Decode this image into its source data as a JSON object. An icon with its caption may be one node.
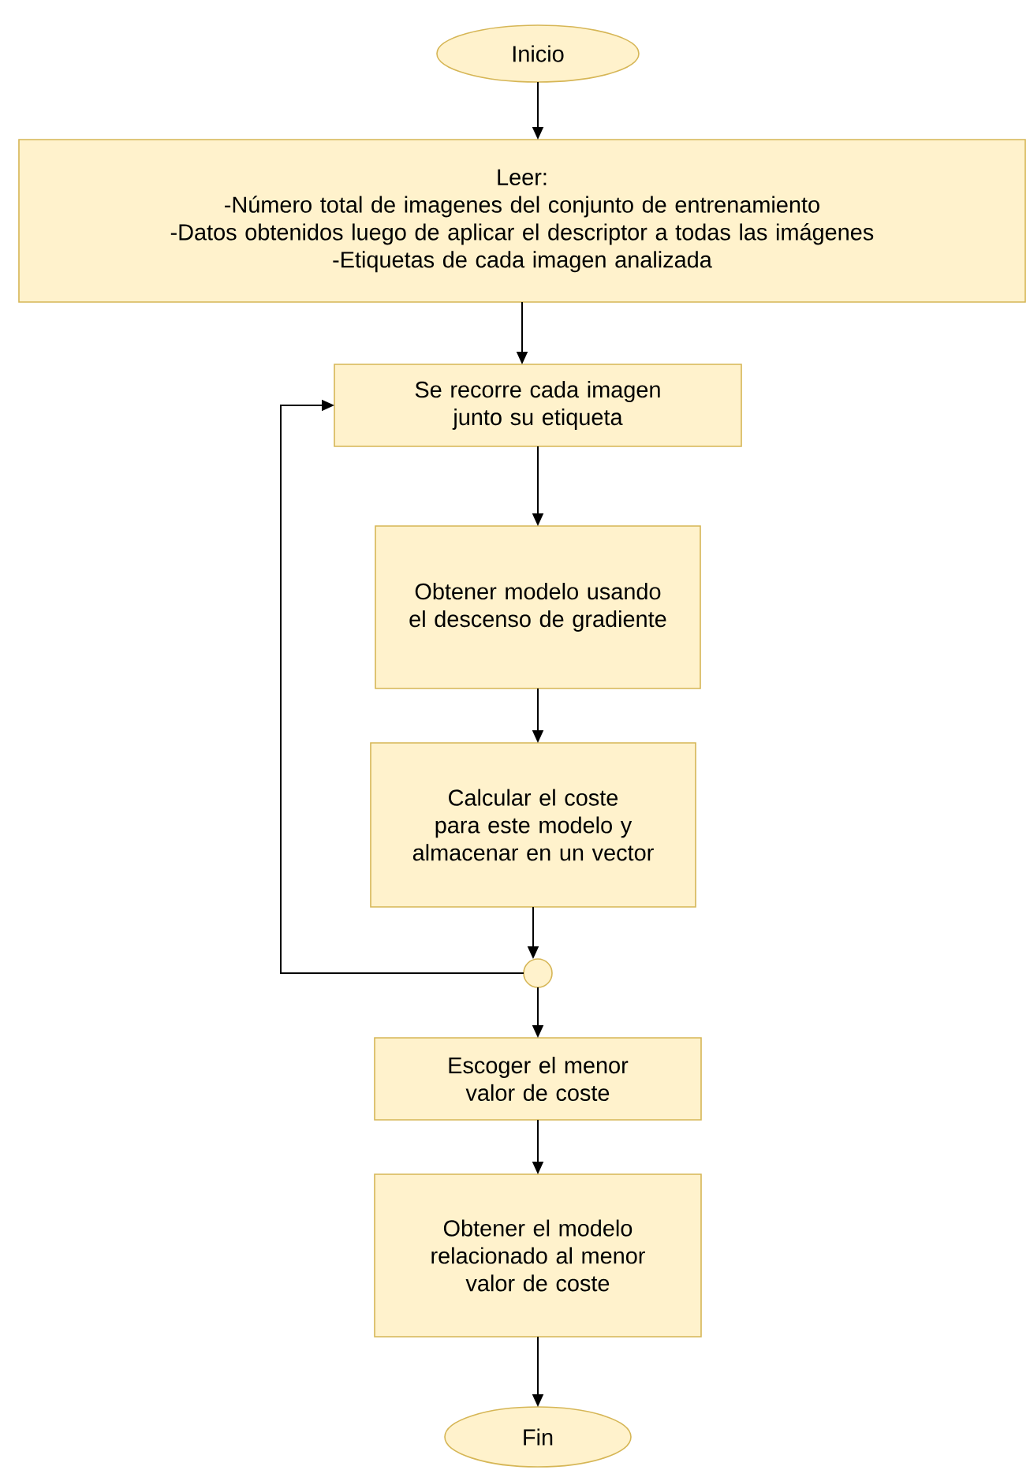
{
  "diagram": {
    "nodes": [
      {
        "text": [
          "Inicio"
        ]
      },
      {
        "text": [
          "Leer:",
          "-Número total de imagenes del conjunto de entrenamiento",
          "-Datos obtenidos luego de aplicar el descriptor a todas las imágenes",
          "-Etiquetas de cada imagen analizada"
        ]
      },
      {
        "text": [
          "Se recorre cada imagen junto su etiqueta"
        ]
      },
      {
        "text": [
          "Obtener modelo usando el descenso de gradiente"
        ]
      },
      {
        "text": [
          "Calcular el coste para este modelo y almacenar en un vector"
        ]
      },
      {
        "text": [],
        "shape": "circle"
      },
      {
        "text": [
          "Escoger el menor valor de coste"
        ]
      },
      {
        "text": [
          "Obtener el modelo relacionado al menor valor de coste"
        ]
      },
      {
        "text": [
          "Fin"
        ]
      }
    ],
    "edges": [
      {
        "from": 0,
        "to": 1,
        "arrow": "to"
      },
      {
        "from": 1,
        "to": 2,
        "arrow": "to"
      },
      {
        "from": 2,
        "to": 3,
        "arrow": "to"
      },
      {
        "from": 3,
        "to": 4,
        "arrow": "to"
      },
      {
        "from": 4,
        "to": 5,
        "arrow": "to"
      },
      {
        "from": 5,
        "to": 2,
        "arrow": "to"
      },
      {
        "from": 5,
        "to": 6,
        "arrow": "to"
      },
      {
        "from": 6,
        "to": 7,
        "arrow": "to"
      },
      {
        "from": 7,
        "to": 8,
        "arrow": "to"
      }
    ]
  }
}
